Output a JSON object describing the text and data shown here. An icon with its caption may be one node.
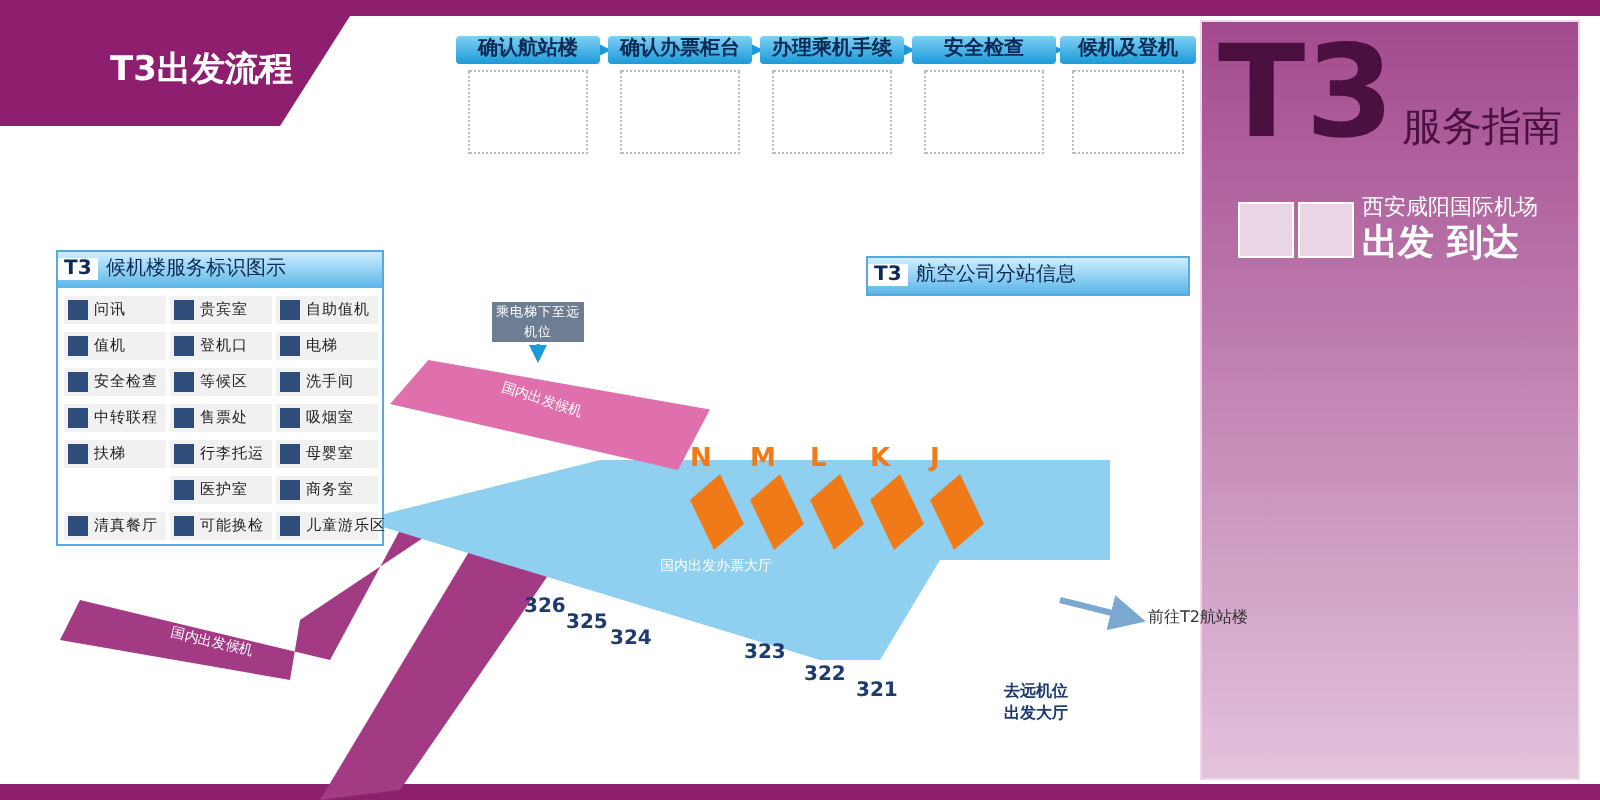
{
  "diagram": {
    "title": "T3出发流程",
    "nodes": [
      {
        "text": [
          "确认航站楼"
        ]
      },
      {
        "text": [
          "确认办票柜台"
        ]
      },
      {
        "text": [
          "办理乘机手续"
        ]
      },
      {
        "text": [
          "安全检查"
        ]
      },
      {
        "text": [
          "候机及登机"
        ]
      },
      {
        "text": [
          "乘电梯下至远机位"
        ]
      },
      {
        "text": [],
        "shape": "box"
      },
      {
        "text": [
          "T3",
          "候机楼服务标识图示"
        ]
      },
      {
        "text": [
          "T3",
          "航空公司分站信息"
        ]
      },
      {
        "text": [
          "T3",
          "服务指南",
          "西安咸阳国际机场",
          "出发 到达"
        ]
      }
    ],
    "edges": [
      {
        "from": 0,
        "to": 1,
        "arrow": "to"
      },
      {
        "from": 1,
        "to": 2,
        "arrow": "to"
      },
      {
        "from": 2,
        "to": 3,
        "arrow": "to"
      },
      {
        "from": 3,
        "to": 4,
        "arrow": "to"
      },
      {
        "from": 5,
        "to": 6,
        "arrow": "to"
      }
    ],
    "labels": [
      "国内出发候机",
      "国内出发候机",
      "N",
      "M",
      "L",
      "K",
      "J",
      "国内出发办票大厅",
      "326",
      "325",
      "324",
      "323",
      "322",
      "321",
      "前往T2航站楼",
      "去远机位出发大厅"
    ],
    "legend": [
      {
        "text": "问讯"
      },
      {
        "text": "贵宾室"
      },
      {
        "text": "自助值机"
      },
      {
        "text": "值机"
      },
      {
        "text": "登机口"
      },
      {
        "text": "电梯"
      },
      {
        "text": "安全检查"
      },
      {
        "text": "等候区"
      },
      {
        "text": "洗手间"
      },
      {
        "text": "中转联程"
      },
      {
        "text": "售票处"
      },
      {
        "text": "吸烟室"
      },
      {
        "text": "扶梯"
      },
      {
        "text": "行李托运"
      },
      {
        "text": "母婴室"
      },
      {
        "text": "医护室"
      },
      {
        "text": "商务室"
      },
      {
        "text": "清真餐厅"
      },
      {
        "text": "可能换检"
      },
      {
        "text": "儿童游乐区"
      }
    ]
  }
}
